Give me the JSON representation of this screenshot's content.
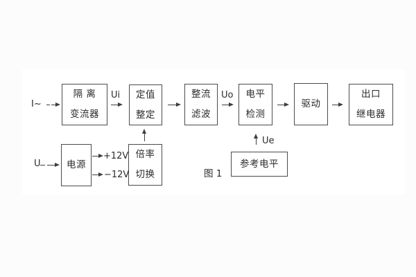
{
  "figure": {
    "caption": "图 1"
  },
  "blocks": {
    "isolation": {
      "line1": "隔 离",
      "line2": "变流器"
    },
    "setting": {
      "line1": "定值",
      "line2": "整定"
    },
    "rectify": {
      "line1": "整流",
      "line2": "滤波"
    },
    "level": {
      "line1": "电平",
      "line2": "检测"
    },
    "drive": {
      "line1": "驱动"
    },
    "output": {
      "line1": "出口",
      "line2": "继电器"
    },
    "power": {
      "line1": "电源"
    },
    "multiplier": {
      "line1": "倍率",
      "line2": "切换"
    },
    "reference": {
      "line1": "参考电平"
    }
  },
  "signals": {
    "input_current": "I~",
    "input_voltage": "U",
    "ui": "Ui",
    "uo": "Uo",
    "ue": "Ue",
    "plus_12v": "+12V",
    "minus_12v": "−12V"
  },
  "colors": {
    "line": "#3d3d3d",
    "text": "#2b2b2b",
    "canvas": "#ffffff",
    "page_bg": "#fcfcfc"
  }
}
